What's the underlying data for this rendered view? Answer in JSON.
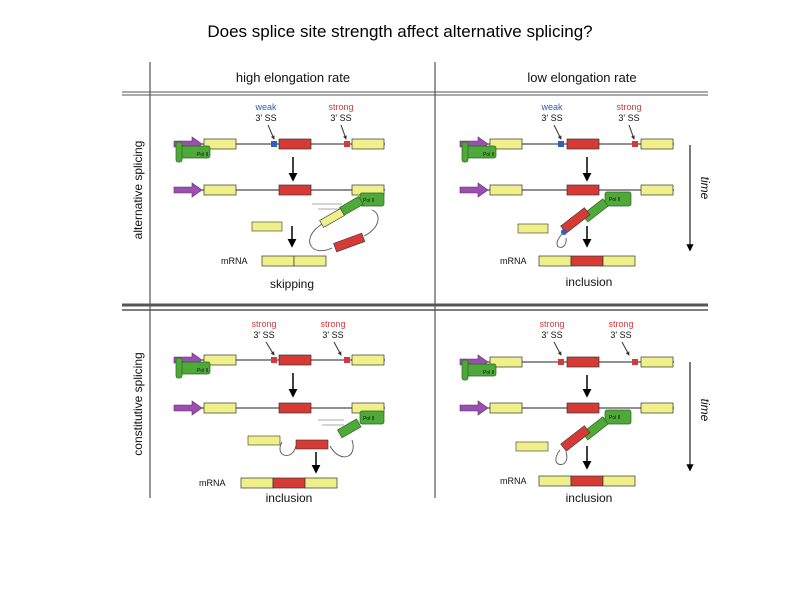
{
  "title": "Does splice site strength affect alternative splicing?",
  "columns": {
    "left": "high elongation rate",
    "right": "low elongation rate"
  },
  "rows": {
    "top": "alternative splicing",
    "bottom": "constitutive splicing"
  },
  "labels": {
    "weak": "weak",
    "strong": "strong",
    "ss": "3' SS",
    "pol": "Pol II",
    "mrna": "mRNA",
    "time": "time"
  },
  "outcomes": {
    "top_left": "skipping",
    "top_right": "inclusion",
    "bottom_left": "inclusion",
    "bottom_right": "inclusion"
  },
  "colors": {
    "exon": "#f0f08a",
    "alt_exon": "#d63a35",
    "pol": "#4fa83a",
    "promoter": "#9b4fb0",
    "weak_site": "#2f5fb8",
    "strong_site": "#d43a3a"
  }
}
